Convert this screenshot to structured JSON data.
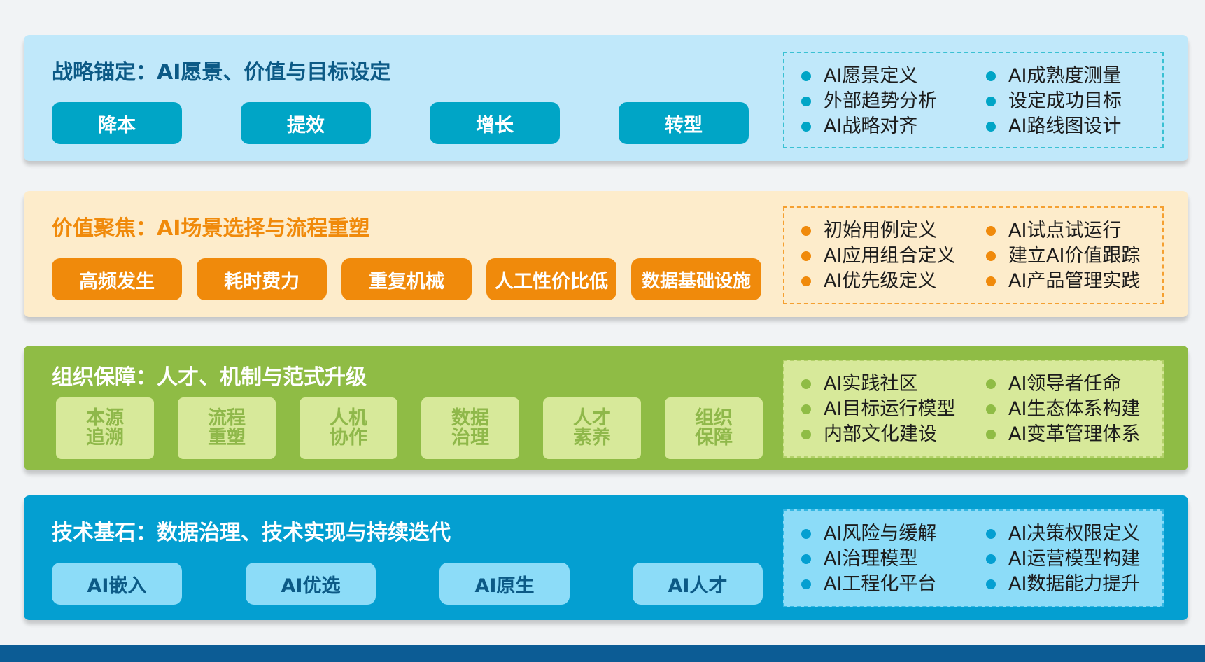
{
  "layers": [
    {
      "title": "战略锚定：AI愿景、价值与目标设定",
      "colors": {
        "bg": "#c0e8fa",
        "accent": "#00a5c6",
        "title": "#0c5a86"
      },
      "pills": [
        "降本",
        "提效",
        "增长",
        "转型"
      ],
      "items": [
        "AI愿景定义",
        "AI成熟度测量",
        "外部趋势分析",
        "设定成功目标",
        "AI战略对齐",
        "AI路线图设计"
      ]
    },
    {
      "title": "价值聚焦：AI场景选择与流程重塑",
      "colors": {
        "bg": "#fdeccb",
        "accent": "#f08a0b",
        "title": "#f08a0b"
      },
      "pills": [
        "高频发生",
        "耗时费力",
        "重复机械",
        "人工性价比低",
        "数据基础设施"
      ],
      "items": [
        "初始用例定义",
        "AI试点试运行",
        "AI应用组合定义",
        "建立AI价值跟踪",
        "AI优先级定义",
        "AI产品管理实践"
      ]
    },
    {
      "title": "组织保障：人才、机制与范式升级",
      "colors": {
        "bg": "#8fbc45",
        "accent": "#d7e99a",
        "title": "#ffffff"
      },
      "tiles": [
        [
          "本源",
          "追溯"
        ],
        [
          "流程",
          "重塑"
        ],
        [
          "人机",
          "协作"
        ],
        [
          "数据",
          "治理"
        ],
        [
          "人才",
          "素养"
        ],
        [
          "组织",
          "保障"
        ]
      ],
      "items": [
        "AI实践社区",
        "AI领导者任命",
        "AI目标运行模型",
        "AI生态体系构建",
        "内部文化建设",
        "AI变革管理体系"
      ]
    },
    {
      "title": "技术基石：数据治理、技术实现与持续迭代",
      "colors": {
        "bg": "#049fd1",
        "accent": "#8cdcf8",
        "title": "#ffffff"
      },
      "pills": [
        "AI嵌入",
        "AI优选",
        "AI原生",
        "AI人才"
      ],
      "items": [
        "AI风险与缓解",
        "AI决策权限定义",
        "AI治理模型",
        "AI运营模型构建",
        "AI工程化平台",
        "AI数据能力提升"
      ]
    }
  ]
}
